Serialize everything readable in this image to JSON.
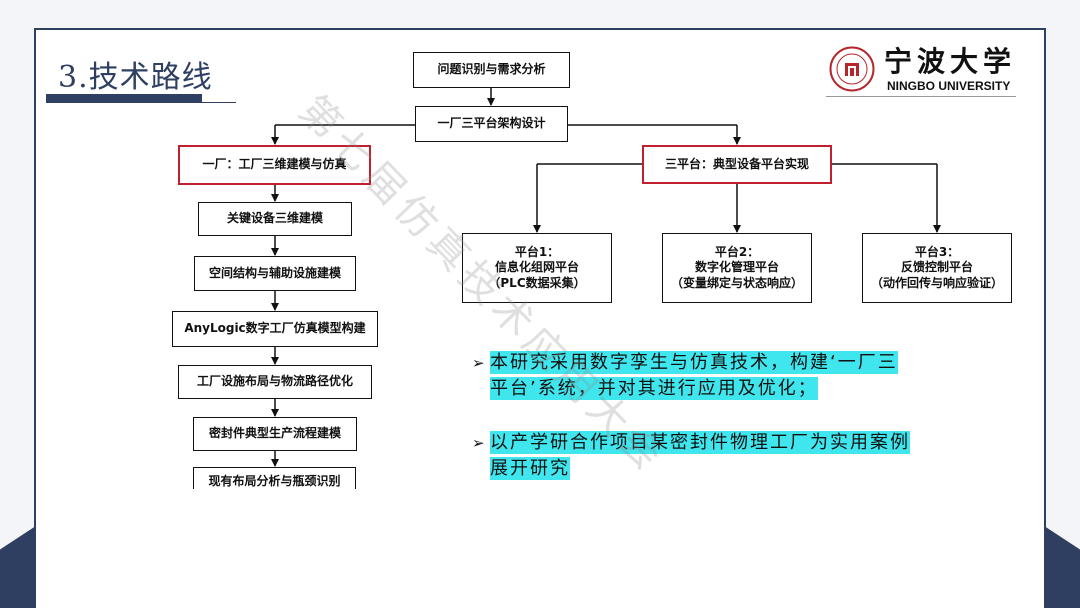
{
  "slide": {
    "title": "3.技术路线",
    "logo": {
      "seal_text": "宁波大学 NINGBO UNIVERSITY",
      "cn": "宁波大学",
      "en": "NINGBO UNIVERSITY"
    },
    "watermark": "第七届仿真技术应用大会"
  },
  "flow": {
    "top1": "问题识别与需求分析",
    "top2": "一厂三平台架构设计",
    "left_head": "一厂：工厂三维建模与仿真",
    "left_steps": [
      "关键设备三维建模",
      "空间结构与辅助设施建模",
      "AnyLogic数字工厂仿真模型构建",
      "工厂设施布局与物流路径优化",
      "密封件典型生产流程建模",
      "现有布局分析与瓶颈识别"
    ],
    "right_head": "三平台：典型设备平台实现",
    "platforms": [
      {
        "l1": "平台1：",
        "l2": "信息化组网平台",
        "l3": "（PLC数据采集）"
      },
      {
        "l1": "平台2：",
        "l2": "数字化管理平台",
        "l3": "（变量绑定与状态响应）"
      },
      {
        "l1": "平台3：",
        "l2": "反馈控制平台",
        "l3": "（动作回传与响应验证）"
      }
    ]
  },
  "bullets": [
    {
      "line1": "本研究采用数字孪生与仿真技术，构建‘一厂三",
      "line2": "平台’系统，并对其进行应用及优化；"
    },
    {
      "line1": "以产学研合作项目某密封件物理工厂为实用案例",
      "line2": "展开研究"
    }
  ],
  "colors": {
    "navy": "#2e3f62",
    "highlight": "#3fe6ee",
    "red_border": "#c0202d"
  }
}
